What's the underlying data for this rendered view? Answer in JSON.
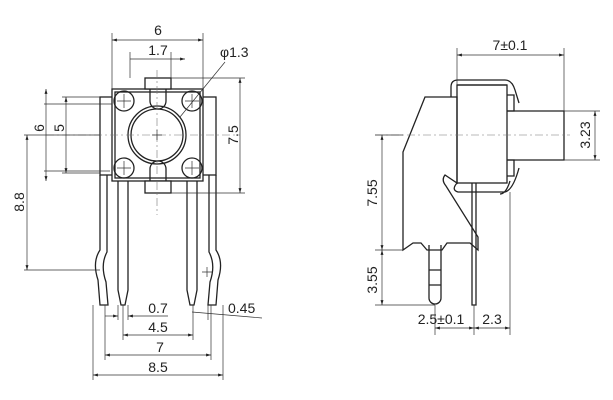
{
  "front_view": {
    "dims": {
      "width_top": "6",
      "plunger_tab": "1.7",
      "hole_dia": "φ1.3",
      "body_height": "6",
      "pin_pitch_v": "5",
      "overall_height": "7.5",
      "lead_height": "8.8",
      "pin_width": "0.7",
      "lead_thickness": "0.45",
      "inner_pitch": "4.5",
      "outer_pitch": "7",
      "overall_width": "8.5"
    }
  },
  "side_view": {
    "dims": {
      "length": "7±0.1",
      "plunger_height": "3.23",
      "center_height": "7.55",
      "pin_length": "3.55",
      "pin_offset": "2.5±0.1",
      "lead_offset": "2.3"
    }
  }
}
